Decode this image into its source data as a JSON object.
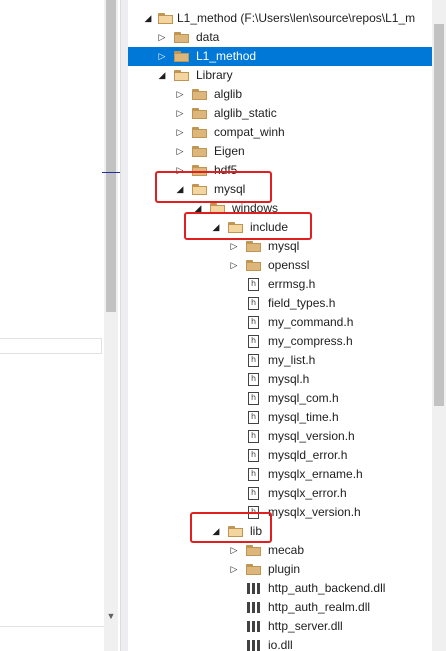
{
  "tree": {
    "solution_label": "L1_method (F:\\Users\\len\\source\\repos\\L1_m",
    "items": [
      {
        "label": "data",
        "type": "folder",
        "state": "collapsed",
        "depth": 1
      },
      {
        "label": "L1_method",
        "type": "folder",
        "state": "collapsed",
        "depth": 1,
        "selected": true
      },
      {
        "label": "Library",
        "type": "folder",
        "state": "expanded",
        "depth": 1
      },
      {
        "label": "alglib",
        "type": "folder",
        "state": "collapsed",
        "depth": 2
      },
      {
        "label": "alglib_static",
        "type": "folder",
        "state": "collapsed",
        "depth": 2
      },
      {
        "label": "compat_winh",
        "type": "folder",
        "state": "collapsed",
        "depth": 2
      },
      {
        "label": "Eigen",
        "type": "folder",
        "state": "collapsed",
        "depth": 2
      },
      {
        "label": "hdf5",
        "type": "folder",
        "state": "collapsed",
        "depth": 2
      },
      {
        "label": "mysql",
        "type": "folder",
        "state": "expanded",
        "depth": 2
      },
      {
        "label": "windows",
        "type": "folder",
        "state": "expanded",
        "depth": 3
      },
      {
        "label": "include",
        "type": "folder",
        "state": "expanded",
        "depth": 4
      },
      {
        "label": "mysql",
        "type": "folder",
        "state": "collapsed",
        "depth": 5
      },
      {
        "label": "openssl",
        "type": "folder",
        "state": "collapsed",
        "depth": 5
      },
      {
        "label": "errmsg.h",
        "type": "header",
        "depth": 5
      },
      {
        "label": "field_types.h",
        "type": "header",
        "depth": 5
      },
      {
        "label": "my_command.h",
        "type": "header",
        "depth": 5
      },
      {
        "label": "my_compress.h",
        "type": "header",
        "depth": 5
      },
      {
        "label": "my_list.h",
        "type": "header",
        "depth": 5
      },
      {
        "label": "mysql.h",
        "type": "header",
        "depth": 5
      },
      {
        "label": "mysql_com.h",
        "type": "header",
        "depth": 5
      },
      {
        "label": "mysql_time.h",
        "type": "header",
        "depth": 5
      },
      {
        "label": "mysql_version.h",
        "type": "header",
        "depth": 5
      },
      {
        "label": "mysqld_error.h",
        "type": "header",
        "depth": 5
      },
      {
        "label": "mysqlx_ername.h",
        "type": "header",
        "depth": 5
      },
      {
        "label": "mysqlx_error.h",
        "type": "header",
        "depth": 5
      },
      {
        "label": "mysqlx_version.h",
        "type": "header",
        "depth": 5
      },
      {
        "label": "lib",
        "type": "folder",
        "state": "expanded",
        "depth": 4
      },
      {
        "label": "mecab",
        "type": "folder",
        "state": "collapsed",
        "depth": 5
      },
      {
        "label": "plugin",
        "type": "folder",
        "state": "collapsed",
        "depth": 5
      },
      {
        "label": "http_auth_backend.dll",
        "type": "dll",
        "depth": 5
      },
      {
        "label": "http_auth_realm.dll",
        "type": "dll",
        "depth": 5
      },
      {
        "label": "http_server.dll",
        "type": "dll",
        "depth": 5
      },
      {
        "label": "io.dll",
        "type": "dll",
        "depth": 5
      }
    ]
  },
  "colors": {
    "selection": "#0078d7",
    "annotation": "#e02020",
    "folder": "#dcb67a"
  }
}
